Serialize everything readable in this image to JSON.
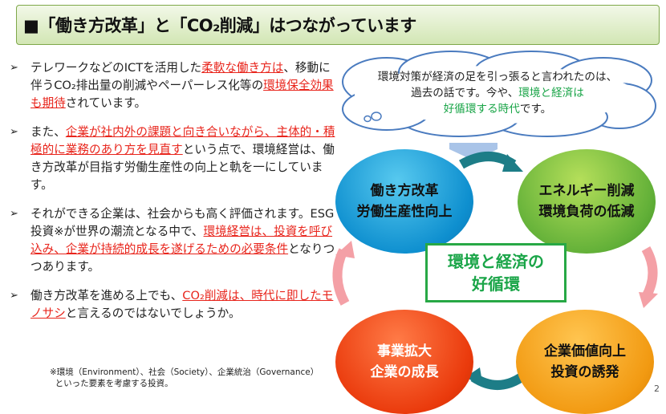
{
  "title": "■「働き方改革」と「CO₂削減」はつながっています",
  "bullets": [
    {
      "parts": [
        {
          "text": "テレワークなどのICTを活用した",
          "red": false
        },
        {
          "text": "柔軟な働き方は",
          "red": true
        },
        {
          "text": "、移動に伴うCO₂排出量の削減やペーパーレス化等の",
          "red": false
        },
        {
          "text": "環境保全効果も期待",
          "red": true
        },
        {
          "text": "されています。",
          "red": false
        }
      ]
    },
    {
      "parts": [
        {
          "text": "また、",
          "red": false
        },
        {
          "text": "企業が社内外の課題と向き合いながら、主体的・積極的に業務のあり方を見直す",
          "red": true
        },
        {
          "text": "という点で、環境経営は、働き方改革が目指す労働生産性の向上と軌を一にしています。",
          "red": false
        }
      ]
    },
    {
      "parts": [
        {
          "text": "それができる企業は、社会からも高く評価されます。ESG投資※が世界の潮流となる中で、",
          "red": false
        },
        {
          "text": "環境経営は、投資を呼び込み、企業が持続的成長を遂げるための必要条件",
          "red": true
        },
        {
          "text": "となりつつあります。",
          "red": false
        }
      ]
    },
    {
      "parts": [
        {
          "text": "働き方改革を進める上でも、",
          "red": false
        },
        {
          "text": "CO₂削減は、時代に即したモノサシ",
          "red": true
        },
        {
          "text": "と言えるのではないでしょうか。",
          "red": false
        }
      ]
    }
  ],
  "footnote": "※環境（Environment）、社会（Society）、企業統治（Governance）\n  といった要素を考慮する投資。",
  "cloud": {
    "line1": "環境対策が経済の足を引っ張ると言われたのは、",
    "line2_a": "過去の話です。今や、",
    "line2_b": "環境と経済は",
    "line3_a": "好循環する時代",
    "line3_b": "です。"
  },
  "cycle": {
    "c1": [
      "働き方改革",
      "労働生産性向上"
    ],
    "c2": [
      "エネルギー削減",
      "環境負荷の低減"
    ],
    "c3": [
      "事業拡大",
      "企業の成長"
    ],
    "c4": [
      "企業価値向上",
      "投資の誘発"
    ],
    "center": [
      "環境と経済の",
      "好循環"
    ]
  },
  "colors": {
    "red_text": "#e8251c",
    "green_text": "#1aa548",
    "arrow_teal": "#1d7d87",
    "arrow_pink": "#f4a0a6"
  },
  "page_number": "2"
}
